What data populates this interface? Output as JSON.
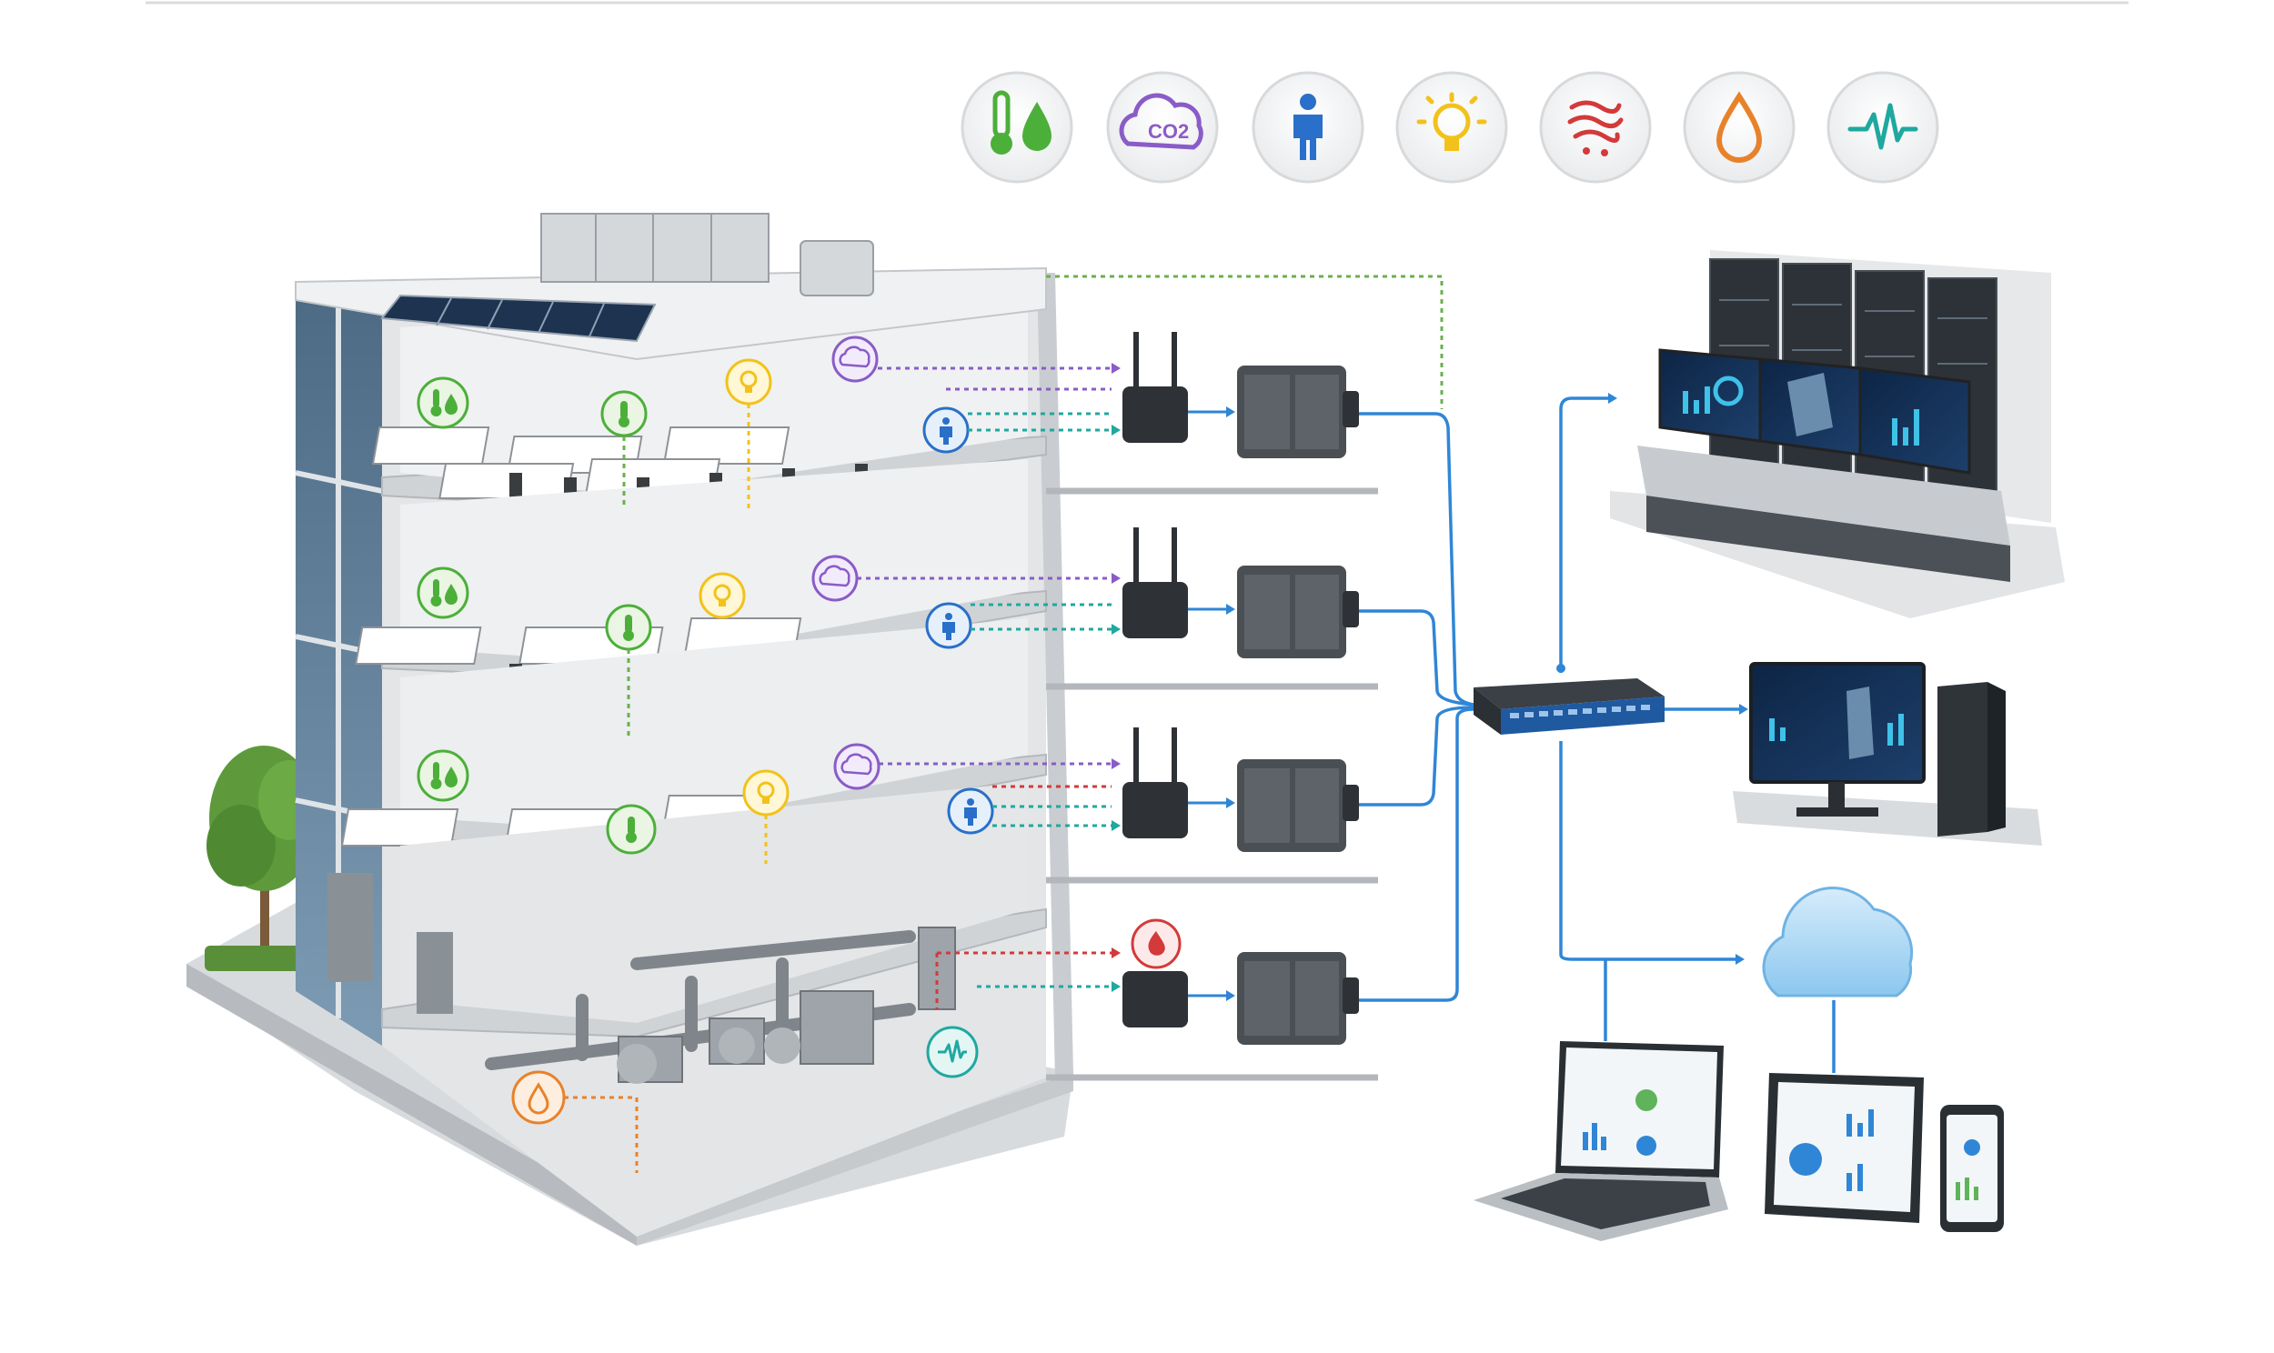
{
  "diagram": {
    "title": "",
    "sensor_legend": [
      {
        "icon": "temperature-humidity-icon",
        "color": "#4caf3a"
      },
      {
        "icon": "co2-icon",
        "color": "#8a5cc7"
      },
      {
        "icon": "occupancy-person-icon",
        "color": "#2a6fc9"
      },
      {
        "icon": "light-bulb-icon",
        "color": "#f2c21b"
      },
      {
        "icon": "fire-smoke-icon",
        "color": "#d33a3a"
      },
      {
        "icon": "water-leak-drop-icon",
        "color": "#e8822a"
      },
      {
        "icon": "vibration-pulse-icon",
        "color": "#1fa8a0"
      }
    ],
    "co2_label": "CO2",
    "floors": [
      {
        "name": "floor-4-office",
        "sensors": [
          "temperature-humidity",
          "temperature",
          "light",
          "co2",
          "occupancy"
        ]
      },
      {
        "name": "floor-3-office",
        "sensors": [
          "temperature-humidity",
          "temperature",
          "light",
          "co2",
          "occupancy"
        ]
      },
      {
        "name": "floor-2-office",
        "sensors": [
          "temperature-humidity",
          "temperature",
          "light",
          "co2",
          "occupancy"
        ]
      },
      {
        "name": "basement-mechanical",
        "sensors": [
          "fire-smoke",
          "vibration",
          "water-leak"
        ]
      }
    ],
    "colors": {
      "network_line": "#2f86d6",
      "green_line": "#6ab04c",
      "purple_line": "#8a5cc7",
      "teal_line": "#1fa8a0",
      "red_line": "#d33a3a",
      "orange_line": "#e8822a",
      "building_wall": "#d9dcde",
      "screen": "#10233f",
      "cloud": "#a9d4f3"
    },
    "endpoints": [
      "control-room-servers",
      "workstation",
      "cloud",
      "laptop",
      "tablet",
      "smartphone"
    ]
  }
}
